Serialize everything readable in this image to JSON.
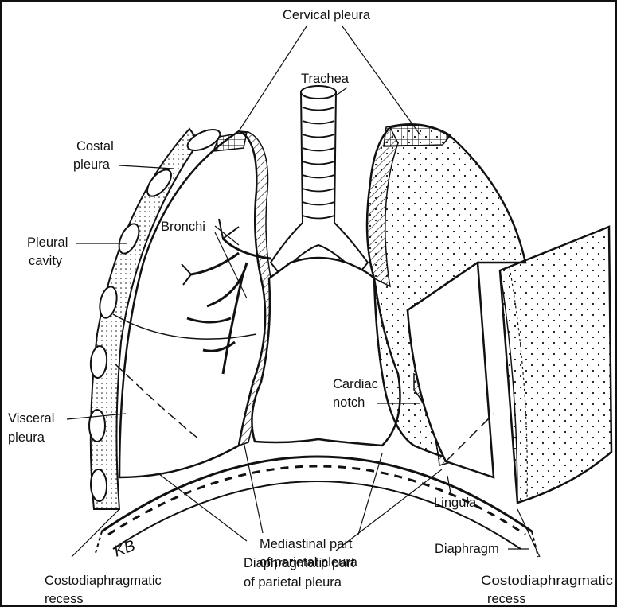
{
  "labels": {
    "cervical_pleura": "Cervical pleura",
    "trachea": "Trachea",
    "costal_pleura_1": "Costal",
    "costal_pleura_2": "pleura",
    "bronchi": "Bronchi",
    "pleural_cavity_1": "Pleural",
    "pleural_cavity_2": "cavity",
    "cardiac_notch_1": "Cardiac",
    "cardiac_notch_2": "notch",
    "visceral_pleura_1": "Visceral",
    "visceral_pleura_2": "pleura",
    "lingula": "Lingula",
    "mediastinal_1": "Mediastinal part",
    "mediastinal_2": "of parietal pleura",
    "diaphragm": "Diaphragm",
    "diaphragmatic_1": "Diaphragmatic part",
    "diaphragmatic_2": "of parietal pleura",
    "costodiaphragmatic_left_1": "Costodiaphragmatic",
    "costodiaphragmatic_left_2": "recess",
    "costodiaphragmatic_right_1": "Costodiaphragmatic",
    "costodiaphragmatic_right_2": "recess",
    "signature": "KB"
  },
  "colors": {
    "ink": "#111111",
    "background": "#ffffff"
  }
}
